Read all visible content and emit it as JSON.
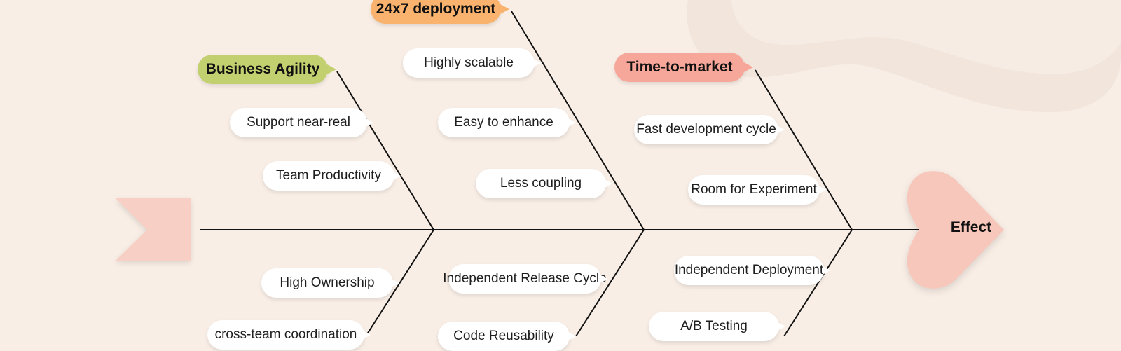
{
  "categories": [
    {
      "id": "deployment",
      "label": "24x7 deployment",
      "color": "#f9b36e"
    },
    {
      "id": "agility",
      "label": "Business Agility",
      "color": "#c3d06f"
    },
    {
      "id": "ttm",
      "label": "Time-to-market",
      "color": "#f7a79a"
    }
  ],
  "causes": {
    "agility_top": [
      "Support near-real",
      "Team Productivity"
    ],
    "deployment_top": [
      "Highly scalable",
      "Easy to enhance",
      "Less coupling"
    ],
    "ttm_top": [
      "Fast development cycle",
      "Room for Experiment"
    ],
    "bottom_left": [
      "High Ownership",
      "cross-team coordination"
    ],
    "bottom_middle": [
      "Independent Release Cycle",
      "Code Reusability"
    ],
    "bottom_right": [
      "Independent Deployment",
      "A/B Testing"
    ]
  },
  "effect": {
    "label": "Effect",
    "color": "#f8c7bb"
  },
  "colors": {
    "background": "#f8eee6",
    "line": "#111111",
    "tail": "#f8cfc4",
    "watermark": "#efe3da"
  },
  "icons": {
    "tail": "chevron-tail-icon",
    "effect": "heart-arrow-icon",
    "watermark": "swoosh-watermark-icon"
  }
}
